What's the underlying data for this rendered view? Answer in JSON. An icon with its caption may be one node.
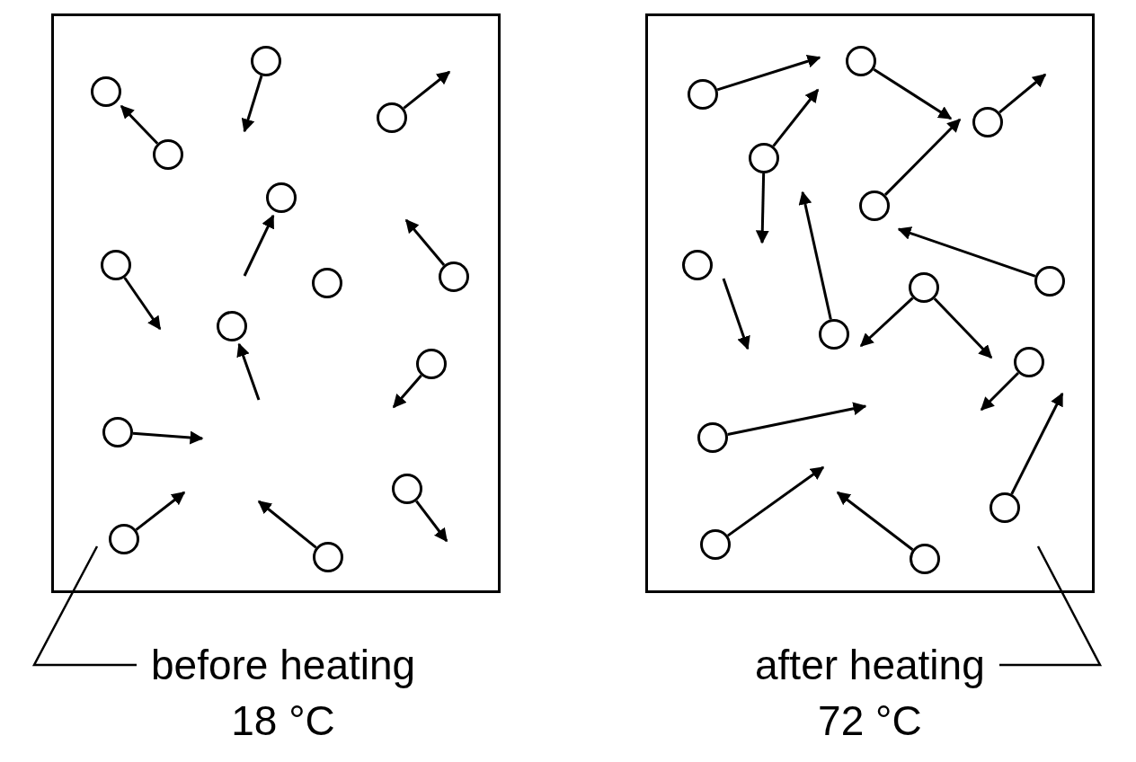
{
  "diagram": {
    "nodes": [
      {
        "text": [],
        "shape": "box"
      },
      {
        "text": [],
        "shape": "box"
      },
      {
        "text": [
          "before heating",
          "18 °C"
        ]
      },
      {
        "text": [
          "after heating",
          "72 °C"
        ]
      }
    ],
    "edges": [
      {
        "from": 2,
        "to": 0,
        "arrow": "none"
      },
      {
        "from": 3,
        "to": 1,
        "arrow": "none"
      }
    ]
  }
}
